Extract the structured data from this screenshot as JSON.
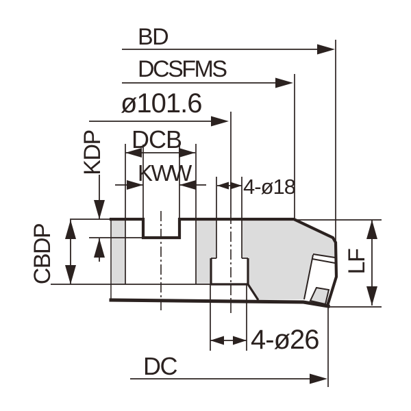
{
  "drawing": {
    "type": "technical-dimension-drawing",
    "subject": "face-mill cutter body cross-section",
    "colors": {
      "line": "#2b2220",
      "section_fill": "#dcdcdc",
      "background": "#ffffff"
    },
    "labels": {
      "bd": "BD",
      "dcsfms": "DCSFMS",
      "bolt_circle_dia": "ø101.6",
      "dcb": "DCB",
      "kww": "KWW",
      "kdp": "KDP",
      "cbdp": "CBDP",
      "mount_holes": "4-ø18",
      "lf": "LF",
      "counterbores": "4-ø26",
      "dc": "DC"
    }
  }
}
